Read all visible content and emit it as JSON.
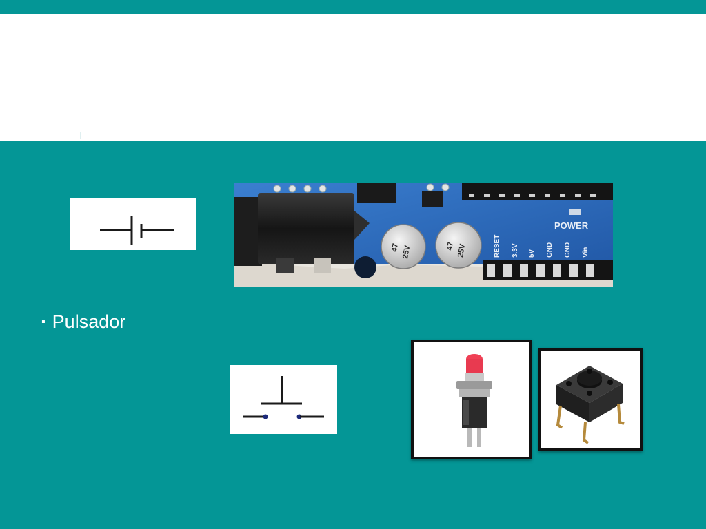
{
  "slide": {
    "background_color": "#049696",
    "title_box_color": "#ffffff"
  },
  "bullets": [
    {
      "icon": "bullet-square-icon",
      "text": "Pulsador"
    }
  ],
  "board_photo": {
    "labels": {
      "reset": "RESET",
      "v33": "3.3V",
      "v5": "5V",
      "gnd1": "GND",
      "gnd2": "GND",
      "vin": "Vin",
      "power": "POWER"
    },
    "capacitor_labels": {
      "capacity": "47",
      "voltage": "25V"
    }
  }
}
